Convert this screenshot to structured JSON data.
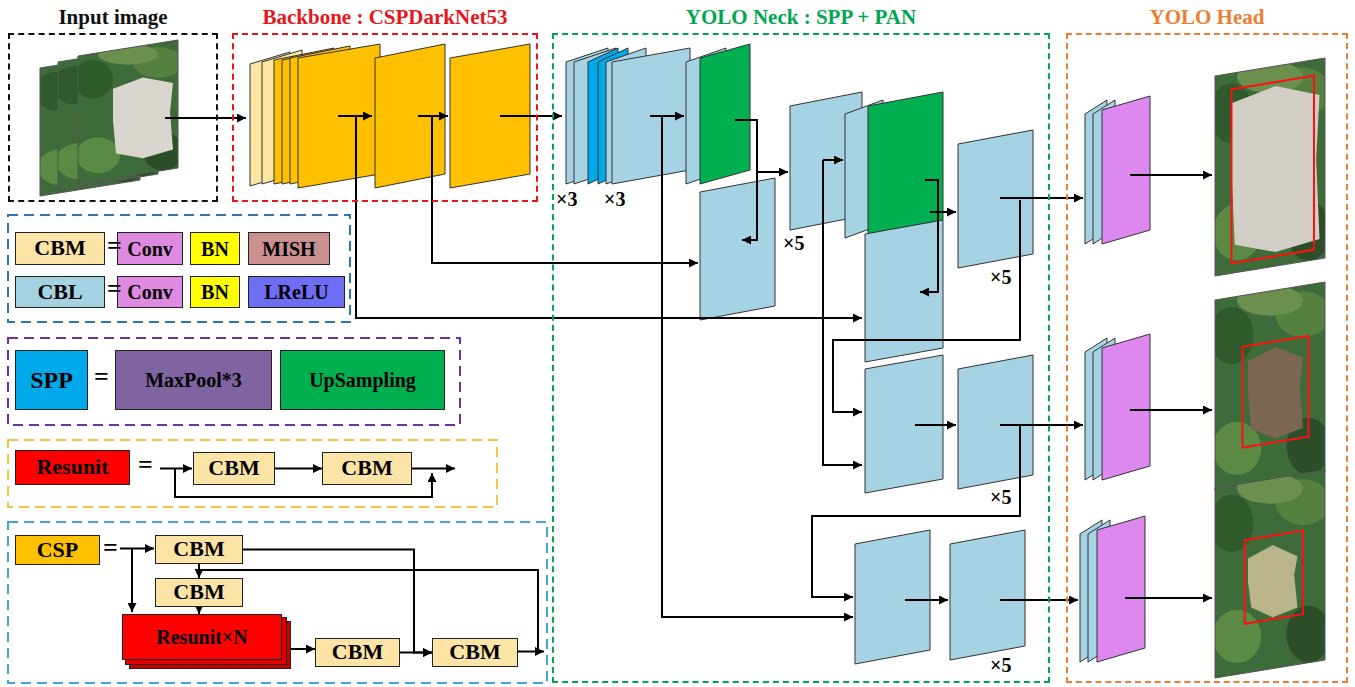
{
  "diagram": {
    "nodes": [
      {
        "text": [
          "Input image"
        ]
      },
      {
        "text": [
          "Backbone : CSPDarkNet53"
        ]
      },
      {
        "text": [
          "YOLO Neck : SPP + PAN"
        ]
      },
      {
        "text": [
          "YOLO Head"
        ]
      },
      {
        "text": [
          "CBM"
        ]
      },
      {
        "text": [
          "Conv"
        ]
      },
      {
        "text": [
          "BN"
        ]
      },
      {
        "text": [
          "MISH"
        ]
      },
      {
        "text": [
          "CBL"
        ]
      },
      {
        "text": [
          "Conv"
        ]
      },
      {
        "text": [
          "BN"
        ]
      },
      {
        "text": [
          "LReLU"
        ]
      },
      {
        "text": [
          "SPP"
        ]
      },
      {
        "text": [
          "MaxPool*3"
        ]
      },
      {
        "text": [
          "UpSampling"
        ]
      },
      {
        "text": [
          "Resunit"
        ]
      },
      {
        "text": [
          "CBM"
        ]
      },
      {
        "text": [
          "CBM"
        ]
      },
      {
        "text": [
          "CSP"
        ]
      },
      {
        "text": [
          "CBM"
        ]
      },
      {
        "text": [
          "CBM"
        ]
      },
      {
        "text": [
          "Resunit×N"
        ]
      },
      {
        "text": [
          "CBM"
        ]
      },
      {
        "text": [
          "CBM"
        ]
      }
    ],
    "edges": [
      {
        "from": 16,
        "to": 17,
        "arrow": "to"
      },
      {
        "from": 19,
        "to": 20,
        "arrow": "to"
      },
      {
        "from": 20,
        "to": 21,
        "arrow": "to"
      },
      {
        "from": 21,
        "to": 22,
        "arrow": "to"
      },
      {
        "from": 22,
        "to": 23,
        "arrow": "to"
      },
      {
        "from": 19,
        "to": 23,
        "arrow": "to"
      }
    ],
    "labels": [
      "=",
      "=",
      "=",
      "=",
      "=",
      "×3",
      "×3",
      "×5",
      "×5",
      "×5",
      "×5"
    ]
  }
}
